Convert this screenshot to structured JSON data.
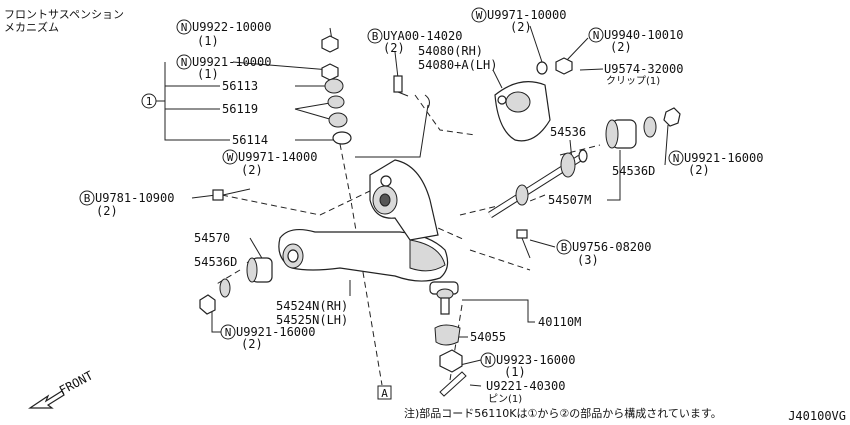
{
  "header": {
    "title_line1": "フロントサスペンション",
    "title_line2": "メカニズム"
  },
  "group_marker": "1",
  "callouts": [
    {
      "prefix": "N",
      "code": "U9922-10000",
      "qty": "(1)"
    },
    {
      "prefix": "N",
      "code": "U9921-10000",
      "qty": "(1)"
    },
    {
      "prefix": "",
      "code": "56113",
      "qty": ""
    },
    {
      "prefix": "",
      "code": "56119",
      "qty": ""
    },
    {
      "prefix": "",
      "code": "56114",
      "qty": ""
    },
    {
      "prefix": "W",
      "code": "U9971-14000",
      "qty": "(2)"
    },
    {
      "prefix": "B",
      "code": "U9781-10900",
      "qty": "(2)"
    },
    {
      "prefix": "B",
      "code": "UYA00-14020",
      "qty": "(2)"
    },
    {
      "prefix": "",
      "code": "54080(RH)",
      "qty": "54080+A(LH)"
    },
    {
      "prefix": "W",
      "code": "U9971-10000",
      "qty": "(2)"
    },
    {
      "prefix": "N",
      "code": "U9940-10010",
      "qty": "(2)"
    },
    {
      "prefix": "",
      "code": "U9574-32000",
      "qty": "クリップ(1)"
    },
    {
      "prefix": "",
      "code": "54536",
      "qty": ""
    },
    {
      "prefix": "",
      "code": "54536D",
      "qty": ""
    },
    {
      "prefix": "N",
      "code": "U9921-16000",
      "qty": "(2)"
    },
    {
      "prefix": "",
      "code": "54507M",
      "qty": ""
    },
    {
      "prefix": "",
      "code": "54570",
      "qty": ""
    },
    {
      "prefix": "",
      "code": "54536D",
      "qty": ""
    },
    {
      "prefix": "",
      "code": "54524N(RH)",
      "qty": "54525N(LH)"
    },
    {
      "prefix": "N",
      "code": "U9921-16000",
      "qty": "(2)"
    },
    {
      "prefix": "B",
      "code": "U9756-08200",
      "qty": "(3)"
    },
    {
      "prefix": "",
      "code": "40110M",
      "qty": ""
    },
    {
      "prefix": "",
      "code": "54055",
      "qty": ""
    },
    {
      "prefix": "N",
      "code": "U9923-16000",
      "qty": "(1)"
    },
    {
      "prefix": "",
      "code": "U9221-40300",
      "qty": "ピン(1)"
    }
  ],
  "front_label": "FRONT",
  "section_marker": "A",
  "note": "注)部品コード56110Kは①から②の部品から構成されています。",
  "diagram_id": "J40100VG"
}
